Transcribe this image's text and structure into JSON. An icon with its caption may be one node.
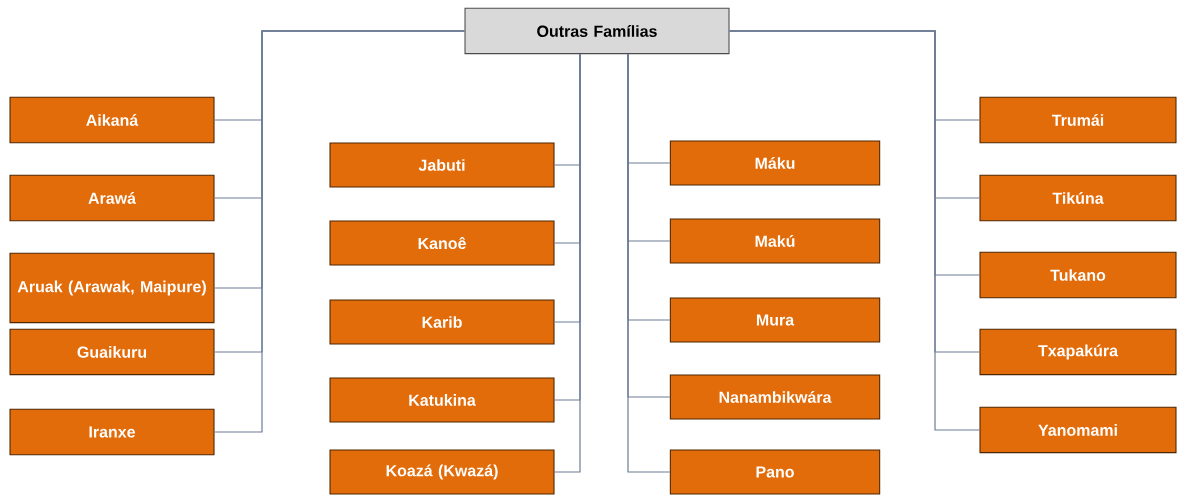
{
  "diagram": {
    "nodes": [
      {
        "text": [
          "Outras Famílias"
        ]
      },
      {
        "text": [
          "Aikaná"
        ]
      },
      {
        "text": [
          "Arawá"
        ]
      },
      {
        "text": [
          "Aruak (Arawak, Maipure)"
        ]
      },
      {
        "text": [
          "Guaikuru"
        ]
      },
      {
        "text": [
          "Iranxe"
        ]
      },
      {
        "text": [
          "Jabuti"
        ]
      },
      {
        "text": [
          "Kanoê"
        ]
      },
      {
        "text": [
          "Karib"
        ]
      },
      {
        "text": [
          "Katukina"
        ]
      },
      {
        "text": [
          "Koazá (Kwazá)"
        ]
      },
      {
        "text": [
          "Máku"
        ]
      },
      {
        "text": [
          "Makú"
        ]
      },
      {
        "text": [
          "Mura"
        ]
      },
      {
        "text": [
          "Nanambikwára"
        ]
      },
      {
        "text": [
          "Pano"
        ]
      },
      {
        "text": [
          "Trumái"
        ]
      },
      {
        "text": [
          "Tikúna"
        ]
      },
      {
        "text": [
          "Tukano"
        ]
      },
      {
        "text": [
          "Txapakúra"
        ]
      },
      {
        "text": [
          "Yanomami"
        ]
      }
    ],
    "edges": [
      {
        "from": 0,
        "to": 1,
        "arrow": "none"
      },
      {
        "from": 0,
        "to": 2,
        "arrow": "none"
      },
      {
        "from": 0,
        "to": 3,
        "arrow": "none"
      },
      {
        "from": 0,
        "to": 4,
        "arrow": "none"
      },
      {
        "from": 0,
        "to": 5,
        "arrow": "none"
      },
      {
        "from": 0,
        "to": 6,
        "arrow": "none"
      },
      {
        "from": 0,
        "to": 7,
        "arrow": "none"
      },
      {
        "from": 0,
        "to": 8,
        "arrow": "none"
      },
      {
        "from": 0,
        "to": 9,
        "arrow": "none"
      },
      {
        "from": 0,
        "to": 10,
        "arrow": "none"
      },
      {
        "from": 0,
        "to": 11,
        "arrow": "none"
      },
      {
        "from": 0,
        "to": 12,
        "arrow": "none"
      },
      {
        "from": 0,
        "to": 13,
        "arrow": "none"
      },
      {
        "from": 0,
        "to": 14,
        "arrow": "none"
      },
      {
        "from": 0,
        "to": 15,
        "arrow": "none"
      },
      {
        "from": 0,
        "to": 16,
        "arrow": "none"
      },
      {
        "from": 0,
        "to": 17,
        "arrow": "none"
      },
      {
        "from": 0,
        "to": 18,
        "arrow": "none"
      },
      {
        "from": 0,
        "to": 19,
        "arrow": "none"
      },
      {
        "from": 0,
        "to": 20,
        "arrow": "none"
      }
    ]
  }
}
